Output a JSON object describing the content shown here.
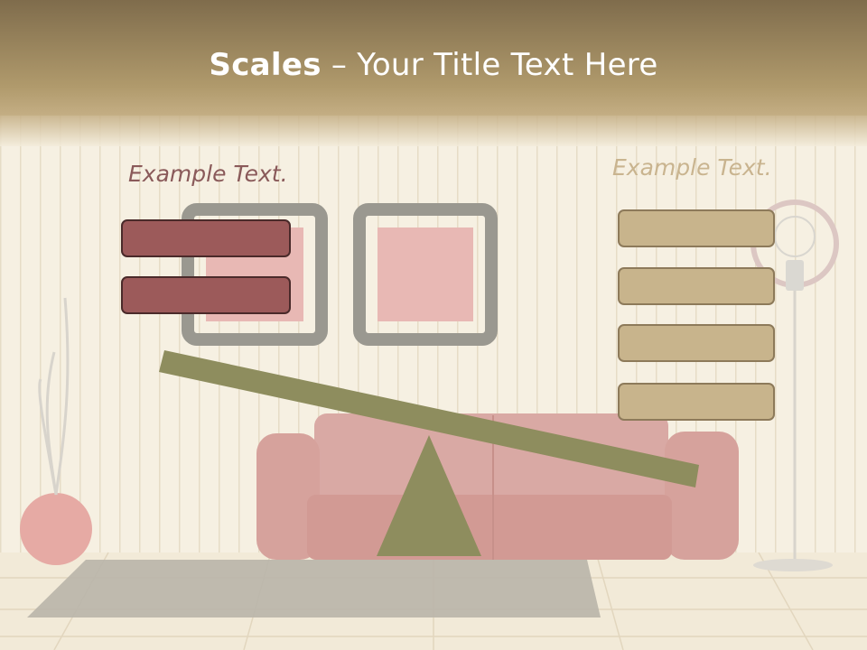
{
  "header": {
    "title_bold": "Scales",
    "title_rest": " – Your Title Text Here"
  },
  "left_panel": {
    "heading": "Example Text.",
    "boxes": [
      "",
      ""
    ]
  },
  "right_panel": {
    "heading": "Example Text.",
    "boxes": [
      "",
      "",
      "",
      ""
    ]
  },
  "colors": {
    "header_band": "#a38d62",
    "wall": "#f5efe0",
    "beam_and_fulcrum": "#8c8c5e",
    "left_box_fill": "#9c5a5a",
    "right_box_fill": "#c8b48c"
  },
  "icons": [
    "scale-beam",
    "fulcrum-triangle",
    "picture-frame",
    "sofa",
    "floor-lamp",
    "light-bulb",
    "vase",
    "rug"
  ]
}
